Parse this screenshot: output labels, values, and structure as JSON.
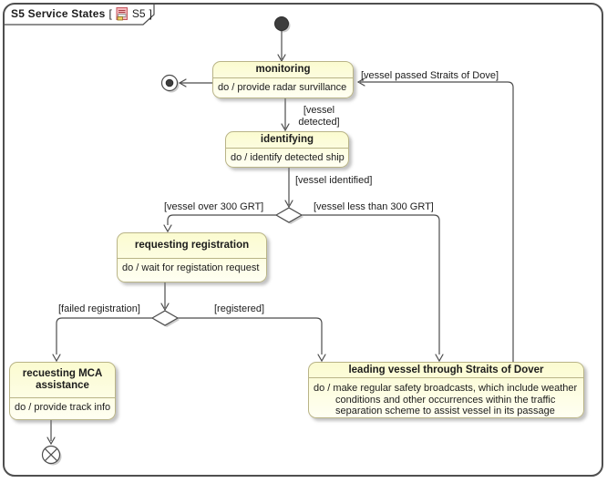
{
  "colors": {
    "state_fill_top": "#fbfbd0",
    "state_fill_bottom": "#fffff2",
    "state_border": "#b9b487",
    "line_color": "#4c4c4c",
    "frame_border": "#4f4f4f",
    "shadow": "#b9b9b9"
  },
  "frame": {
    "title": "S5 Service States",
    "bracket_open": "[",
    "diagram_ref": "S5",
    "bracket_close": "]",
    "icon": "state-machine-diagram-icon"
  },
  "states": {
    "monitoring": {
      "name": "monitoring",
      "activity": "do / provide radar survillance"
    },
    "identifying": {
      "name": "identifying",
      "activity": "do / identify detected ship"
    },
    "requesting_registration": {
      "name": "requesting registration",
      "activity": "do / wait for registation request"
    },
    "requesting_mca": {
      "name": "recuesting MCA\nassistance",
      "activity": "do / provide track info"
    },
    "leading_vessel": {
      "name": "leading vessel through Straits of Dover",
      "activity": "do / make regular safety broadcasts, which include weather\nconditions and other occurrences within the traffic\nseparation scheme to assist vessel in its passage"
    }
  },
  "guards": {
    "vessel_passed": "[vessel passed Straits of Dove]",
    "vessel_detected": "[vessel\ndetected]",
    "vessel_identified": "[vessel identified]",
    "vessel_over_300": "[vessel over 300 GRT]",
    "vessel_less_300": "[vessel less than 300 GRT]",
    "failed_registration": "[failed registration]",
    "registered": "[registered]"
  }
}
